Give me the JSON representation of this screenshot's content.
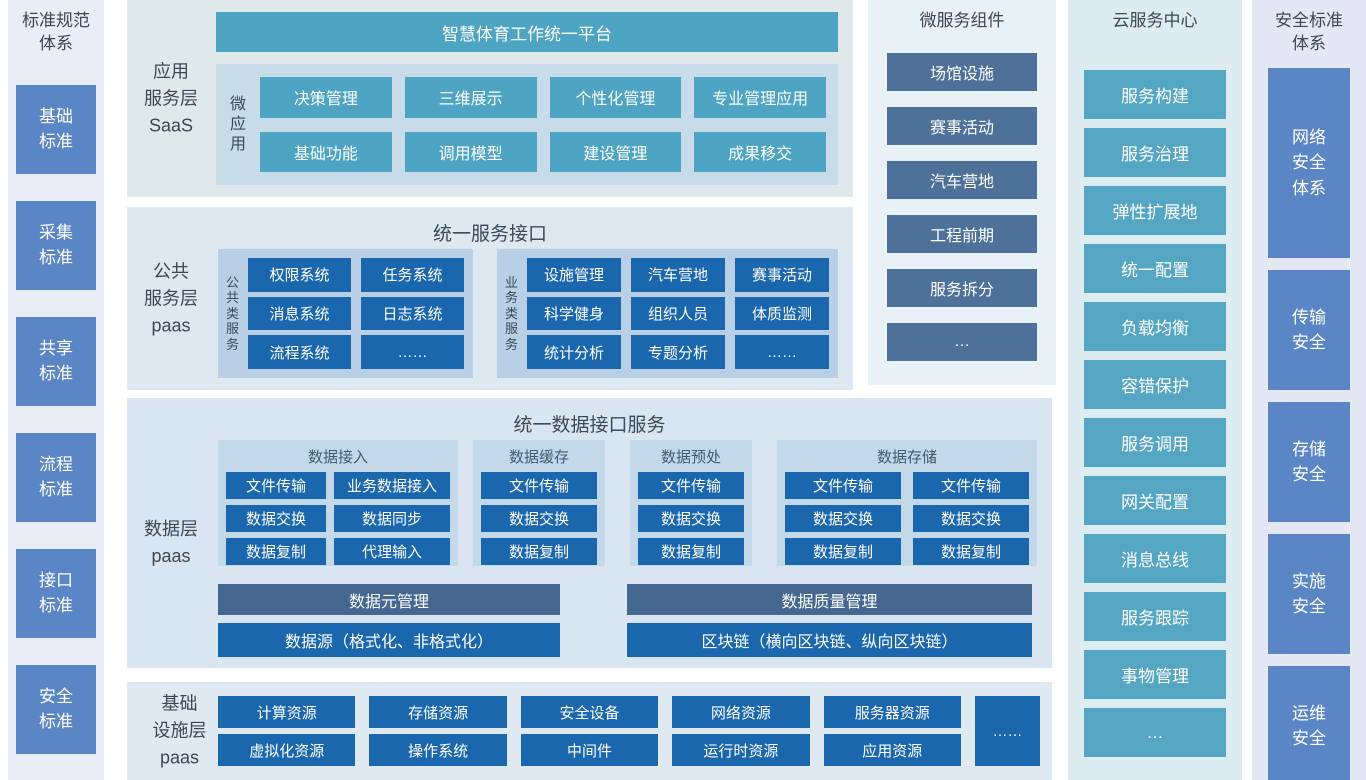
{
  "standards_sidebar": {
    "title": "标准规范\n体系",
    "items": [
      "基础\n标准",
      "采集\n标准",
      "共享\n标准",
      "流程\n标准",
      "接口\n标准",
      "安全\n标准"
    ]
  },
  "app_layer": {
    "label": "应用\n服务层\nSaaS",
    "platform_title": "智慧体育工作统一平台",
    "micro_app_label": "微\n应\n用",
    "buttons": [
      "决策管理",
      "三维展示",
      "个性化管理",
      "专业管理应用",
      "基础功能",
      "调用模型",
      "建设管理",
      "成果移交"
    ]
  },
  "public_layer": {
    "label": "公共\n服务层\npaas",
    "title": "统一服务接口",
    "common_group": {
      "label": "公\n共\n类\n服\n务",
      "buttons": [
        "权限系统",
        "任务系统",
        "消息系统",
        "日志系统",
        "流程系统",
        "……"
      ]
    },
    "business_group": {
      "label": "业\n务\n类\n服\n务",
      "buttons": [
        "设施管理",
        "汽车营地",
        "赛事活动",
        "科学健身",
        "组织人员",
        "体质监测",
        "统计分析",
        "专题分析",
        "……"
      ]
    }
  },
  "data_layer": {
    "label": "数据层\npaas",
    "title": "统一数据接口服务",
    "groups": [
      {
        "title": "数据接入",
        "buttons": [
          "文件传输",
          "业务数据接入",
          "数据交换",
          "数据同步",
          "数据复制",
          "代理输入"
        ]
      },
      {
        "title": "数据缓存",
        "buttons": [
          "文件传输",
          "数据交换",
          "数据复制"
        ]
      },
      {
        "title": "数据预处",
        "buttons": [
          "文件传输",
          "数据交换",
          "数据复制"
        ]
      },
      {
        "title": "数据存储",
        "buttons": [
          "文件传输",
          "文件传输",
          "数据交换",
          "数据交换",
          "数据复制",
          "数据复制"
        ]
      }
    ],
    "meta_bar": "数据元管理",
    "quality_bar": "数据质量管理",
    "source_bar": "数据源（格式化、非格式化）",
    "blockchain_bar": "区块链（横向区块链、纵向区块链）"
  },
  "infra_layer": {
    "label": "基础\n设施层\npaas",
    "row1": [
      "计算资源",
      "存储资源",
      "安全设备",
      "网络资源",
      "服务器资源"
    ],
    "row2": [
      "虚拟化资源",
      "操作系统",
      "中间件",
      "运行时资源",
      "应用资源"
    ],
    "more": "……"
  },
  "microservices": {
    "title": "微服务组件",
    "items": [
      "场馆设施",
      "赛事活动",
      "汽车营地",
      "工程前期",
      "服务拆分",
      "…"
    ]
  },
  "cloud_center": {
    "title": "云服务中心",
    "items": [
      "服务构建",
      "服务治理",
      "弹性扩展地",
      "统一配置",
      "负载均衡",
      "容错保护",
      "服务调用",
      "网关配置",
      "消息总线",
      "服务跟踪",
      "事物管理",
      "…"
    ]
  },
  "security_sidebar": {
    "title": "安全标准\n体系",
    "items": [
      "网络\n安全\n体系",
      "传输\n安全",
      "存储\n安全",
      "实施\n安全",
      "运维\n安全"
    ]
  },
  "colors": {
    "strong_blue": "#1b67ae",
    "teal": "#4da4c3",
    "slate_bar": "#44688f",
    "periwinkle_box": "#5b86c5",
    "microservice_slate": "#4d7199"
  }
}
